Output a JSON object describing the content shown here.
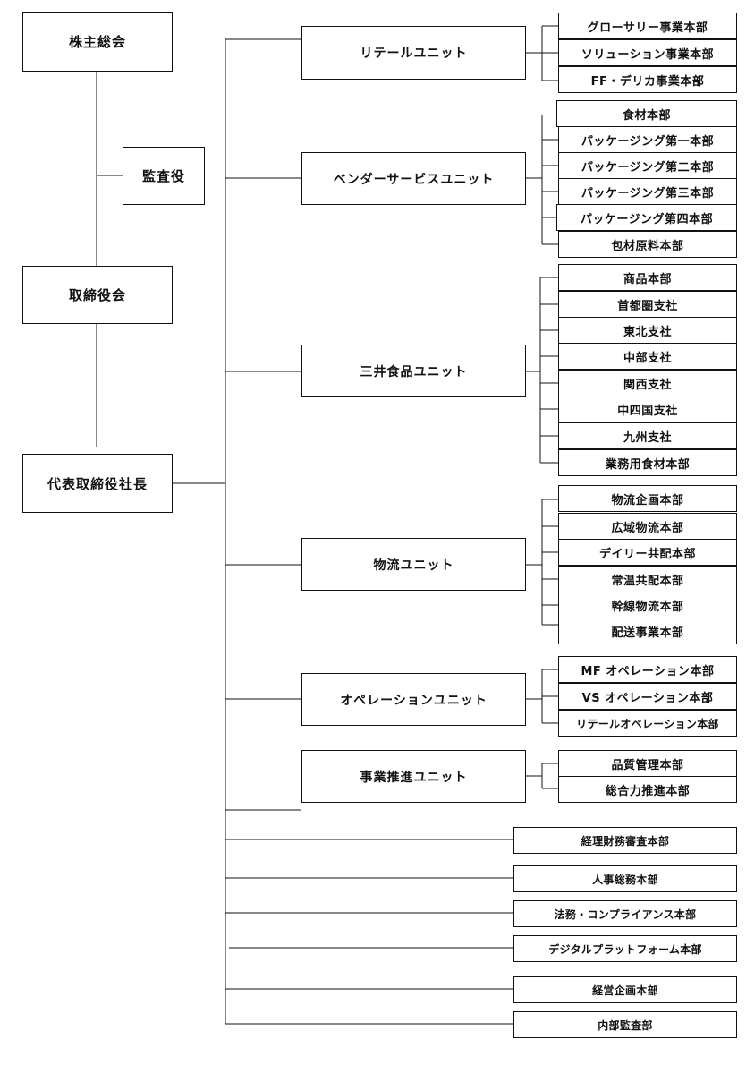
{
  "top": {
    "shareholders": "株主総会",
    "auditor": "監査役",
    "board": "取締役会",
    "president": "代表取締役社長"
  },
  "units": [
    {
      "name": "リテールユニット",
      "departments": [
        "グローサリー事業本部",
        "ソリューション事業本部",
        "FF・デリカ事業本部"
      ]
    },
    {
      "name": "ベンダーサービスユニット",
      "departments": [
        "食材本部",
        "パッケージング第一本部",
        "パッケージング第二本部",
        "パッケージング第三本部",
        "パッケージング第四本部",
        "包材原料本部"
      ]
    },
    {
      "name": "三井食品ユニット",
      "departments": [
        "商品本部",
        "首都圏支社",
        "東北支社",
        "中部支社",
        "関西支社",
        "中四国支社",
        "九州支社",
        "業務用食材本部"
      ]
    },
    {
      "name": "物流ユニット",
      "departments": [
        "物流企画本部",
        "広域物流本部",
        "デイリー共配本部",
        "常温共配本部",
        "幹線物流本部",
        "配送事業本部"
      ]
    },
    {
      "name": "オペレーションユニット",
      "departments": [
        "MF オペレーション本部",
        "VS オペレーション本部",
        "リテールオペレーション本部"
      ]
    },
    {
      "name": "事業推進ユニット",
      "departments": [
        "品質管理本部",
        "総合力推進本部"
      ]
    }
  ],
  "staff_departments": [
    "経理財務審査本部",
    "人事総務本部",
    "法務・コンプライアンス本部",
    "デジタルプラットフォーム本部",
    "経営企画本部",
    "内部監査部"
  ]
}
